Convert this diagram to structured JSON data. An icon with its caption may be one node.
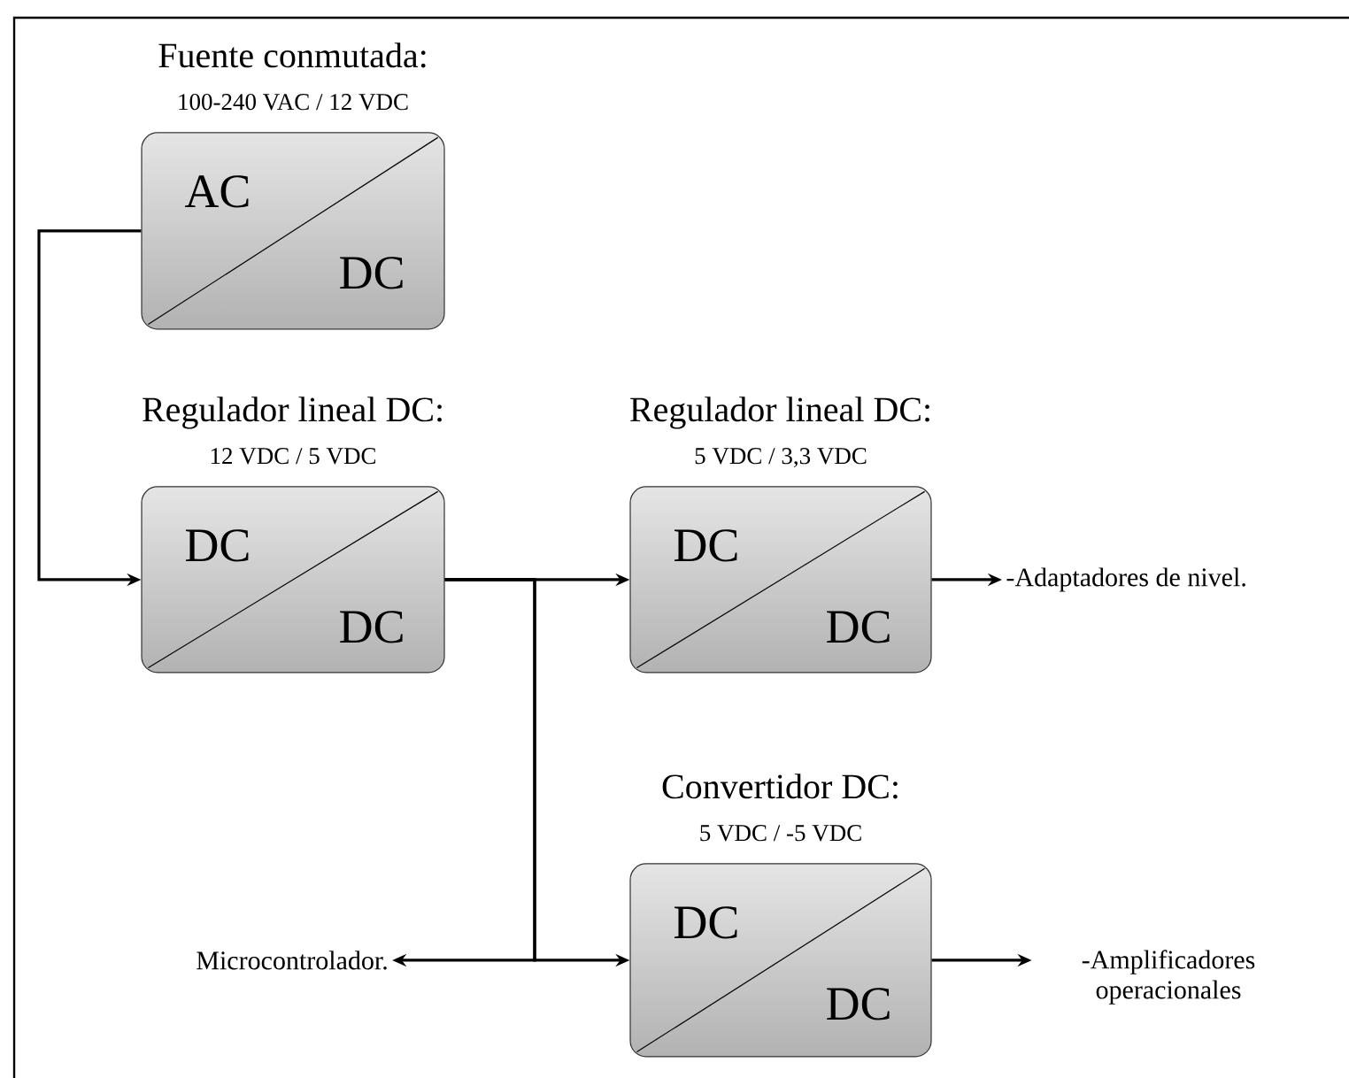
{
  "diagram": {
    "nodes": [
      {
        "text": [
          "Fuente conmutada:",
          "100-240 VAC / 12 VDC",
          "AC",
          "DC"
        ]
      },
      {
        "text": [
          "Regulador lineal DC:",
          "12 VDC / 5 VDC",
          "DC",
          "DC"
        ]
      },
      {
        "text": [
          "Regulador lineal DC:",
          "5 VDC / 3,3 VDC",
          "DC",
          "DC"
        ]
      },
      {
        "text": [
          "Convertidor DC:",
          "5 VDC / -5 VDC",
          "DC",
          "DC"
        ]
      },
      {
        "text": [
          "-Adaptadores de nivel."
        ]
      },
      {
        "text": [
          "Microcontrolador."
        ]
      },
      {
        "text": [
          "-Amplificadores operacionales"
        ]
      }
    ],
    "edges": [
      {
        "from": 0,
        "to": 1,
        "arrow": "to"
      },
      {
        "from": 1,
        "to": 2,
        "arrow": "to"
      },
      {
        "from": 1,
        "to": 3,
        "arrow": "to"
      },
      {
        "from": 1,
        "to": 5,
        "arrow": "to"
      },
      {
        "from": 2,
        "to": 4,
        "arrow": "to"
      },
      {
        "from": 3,
        "to": 6,
        "arrow": "to"
      }
    ]
  }
}
